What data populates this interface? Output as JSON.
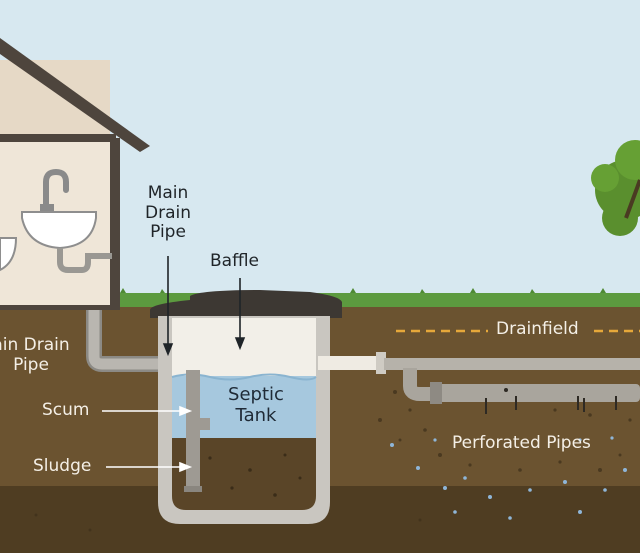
{
  "labels": {
    "main_drain_pipe_top": [
      "Main",
      "Drain",
      "Pipe"
    ],
    "main_drain_pipe_left": [
      "ain Drain",
      "Pipe"
    ],
    "baffle": "Baffle",
    "septic_tank": [
      "Septic",
      "Tank"
    ],
    "scum": "Scum",
    "sludge": "Sludge",
    "drainfield": "Drainfield",
    "perforated_pipes": "Perforated Pipes"
  },
  "colors": {
    "sky": "#d7e8f0",
    "grass": "#5c9a3f",
    "soil": "#6b5330",
    "soil_deep": "#4f3d22",
    "house_wall": "#efe6d8",
    "house_outline": "#4e453d",
    "pipe": "#b9b6b0",
    "tank_wall": "#c9c6c0",
    "water": "#a6c8de",
    "scum_layer": "#f2efe8",
    "sludge_layer": "#5a4528",
    "tree": "#5a8f2e",
    "drainfield_dash": "#e6a83a"
  }
}
